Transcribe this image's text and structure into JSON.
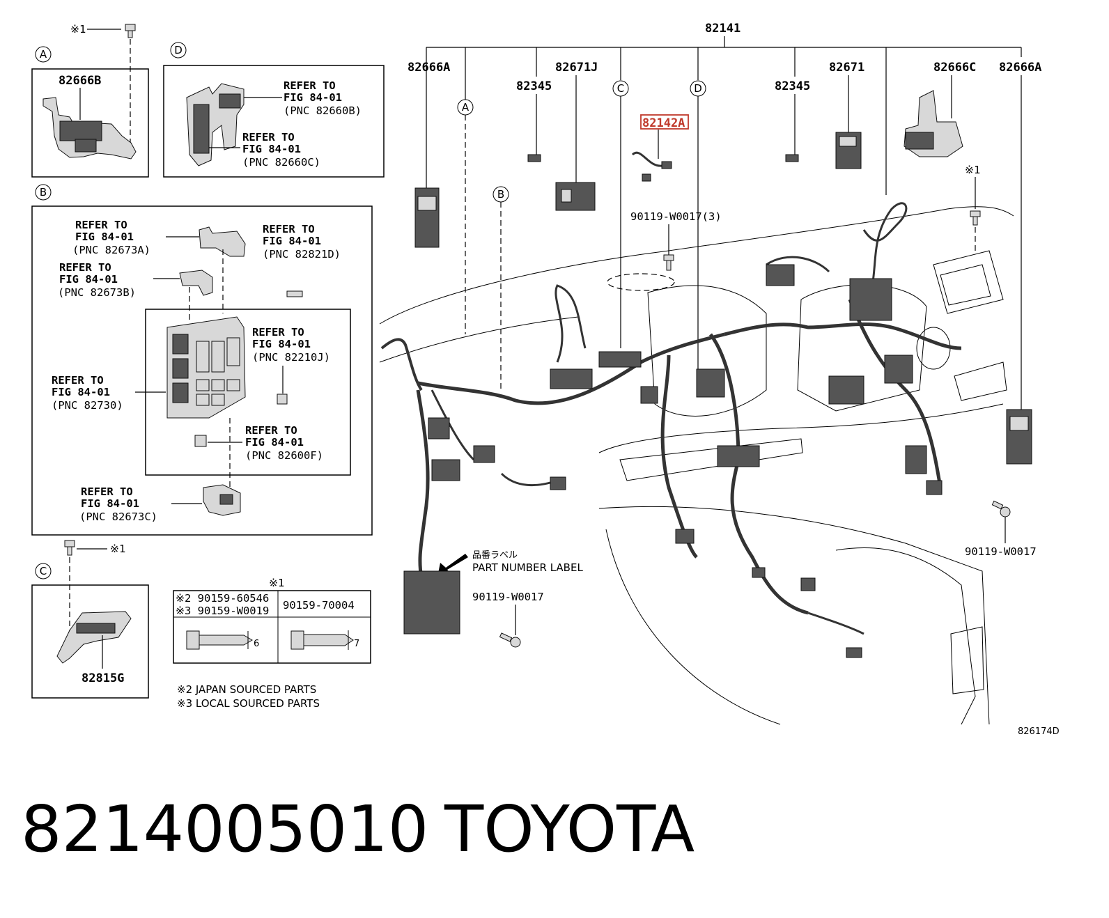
{
  "diagram": {
    "main_part": "82141",
    "labels": {
      "p82666A_left": "82666A",
      "p82671J": "82671J",
      "p82345_left": "82345",
      "p82142A": "82142A",
      "p82345_right": "82345",
      "p82671": "82671",
      "p82666C": "82666C",
      "p82666A_right": "82666A",
      "bolt_top": "90119-W0017(3)",
      "bolt_right": "90119-W0017",
      "bolt_bottom": "90119-W0017",
      "note1_right": "※1",
      "part_label_jp": "品番ラベル",
      "part_label": "PART NUMBER LABEL",
      "drawing_no": "826174D"
    },
    "callouts": {
      "A": "A",
      "B": "B",
      "C": "C",
      "D": "D"
    },
    "panel_a": {
      "letter": "A",
      "part": "82666B",
      "note": "※1"
    },
    "panel_d": {
      "letter": "D",
      "ref1": [
        "REFER TO",
        "FIG 84-01",
        "(PNC 82660B)"
      ],
      "ref2": [
        "REFER TO",
        "FIG 84-01",
        "(PNC 82660C)"
      ]
    },
    "panel_b": {
      "letter": "B",
      "ref_82673A": [
        "REFER TO",
        "FIG 84-01",
        "(PNC 82673A)"
      ],
      "ref_82821D": [
        "REFER TO",
        "FIG 84-01",
        "(PNC 82821D)"
      ],
      "ref_82673B": [
        "REFER TO",
        "FIG 84-01",
        "(PNC 82673B)"
      ],
      "ref_82210J": [
        "REFER TO",
        "FIG 84-01",
        "(PNC 82210J)"
      ],
      "ref_82730": [
        "REFER TO",
        "FIG 84-01",
        "(PNC 82730)"
      ],
      "ref_82600F": [
        "REFER TO",
        "FIG 84-01",
        "(PNC 82600F)"
      ],
      "ref_82673C": [
        "REFER TO",
        "FIG 84-01",
        "(PNC 82673C)"
      ]
    },
    "panel_c": {
      "letter": "C",
      "part": "82815G",
      "note": "※1"
    },
    "bolt_table": {
      "note": "※1",
      "left_row1": "※2 90159-60546",
      "left_row2": "※3 90159-W0019",
      "right_header": "90159-70004",
      "dim_left": "6",
      "dim_right": "7"
    },
    "legend": [
      "※2 JAPAN SOURCED PARTS",
      "※3 LOCAL SOURCED PARTS"
    ]
  },
  "footer": {
    "part_number": "8214005010",
    "brand": "TOYOTA"
  }
}
